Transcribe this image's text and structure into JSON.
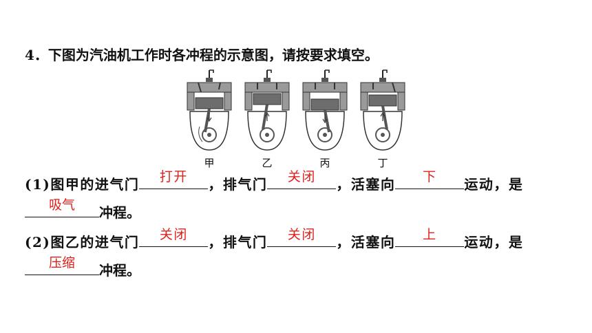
{
  "question": {
    "number": "4．",
    "text": "下图为汽油机工作时各冲程的示意图，请按要求填空。"
  },
  "figure": {
    "labels": [
      "甲",
      "乙",
      "丙",
      "丁"
    ]
  },
  "part1": {
    "num": "(1)",
    "prefix": "图甲的进气门",
    "blank1": "打开",
    "mid1": "，排气门",
    "blank2": "关闭",
    "mid2": "，活塞向",
    "blank3": "下",
    "mid3": "运动，是",
    "blank4": "吸气",
    "suffix": "冲程。"
  },
  "part2": {
    "num": "(2)",
    "prefix": "图乙的进气门",
    "blank1": "关闭",
    "mid1": "，排气门",
    "blank2": "关闭",
    "mid2": "，活塞向",
    "blank3": "上",
    "mid3": "运动，是",
    "blank4": "压缩",
    "suffix": "冲程。"
  }
}
